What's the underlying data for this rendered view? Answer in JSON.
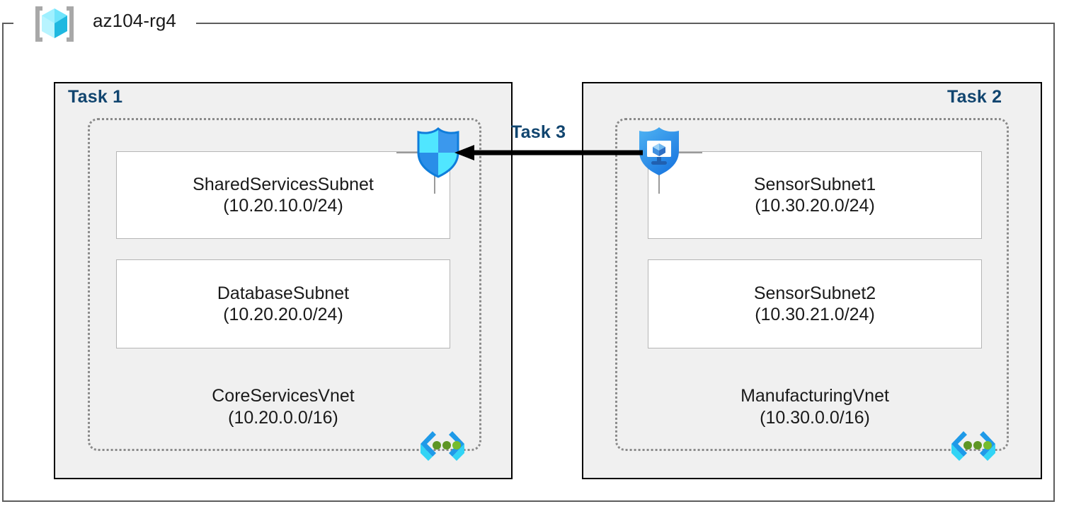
{
  "resource_group": {
    "name": "az104-rg4",
    "icon": "resource-group-cube-icon"
  },
  "tasks": [
    {
      "id": "task1",
      "label": "Task 1"
    },
    {
      "id": "task2",
      "label": "Task 2"
    },
    {
      "id": "task3",
      "label": "Task 3"
    }
  ],
  "vnets": [
    {
      "name": "CoreServicesVnet",
      "cidr": "(10.20.0.0/16)",
      "icon": "virtual-network-icon",
      "subnets": [
        {
          "name": "SharedServicesSubnet",
          "cidr": "(10.20.10.0/24)"
        },
        {
          "name": "DatabaseSubnet",
          "cidr": "(10.20.20.0/24)"
        }
      ]
    },
    {
      "name": "ManufacturingVnet",
      "cidr": "(10.30.0.0/16)",
      "icon": "virtual-network-icon",
      "subnets": [
        {
          "name": "SensorSubnet1",
          "cidr": "(10.30.20.0/24)"
        },
        {
          "name": "SensorSubnet2",
          "cidr": "(10.30.21.0/24)"
        }
      ]
    }
  ],
  "icons": {
    "firewall": "shield-quadrant-icon",
    "bastion": "bastion-shield-monitor-icon",
    "arrow": "peering-arrow-left-icon"
  },
  "colors": {
    "task_label": "#11456f",
    "panel_fill": "#f0f0f0",
    "panel_border": "#000000",
    "vnet_dotted_border": "#8a8a8a",
    "subnet_border": "#b5b5b5",
    "rg_border": "#5c5c5c",
    "cube_cyan": "#50e6ff",
    "cube_blue": "#1fa8d6",
    "shield_blue": "#1b93eb",
    "shield_light": "#50e6ff",
    "vnet_green_dot": "#5e9624",
    "arrow_black": "#000000"
  }
}
